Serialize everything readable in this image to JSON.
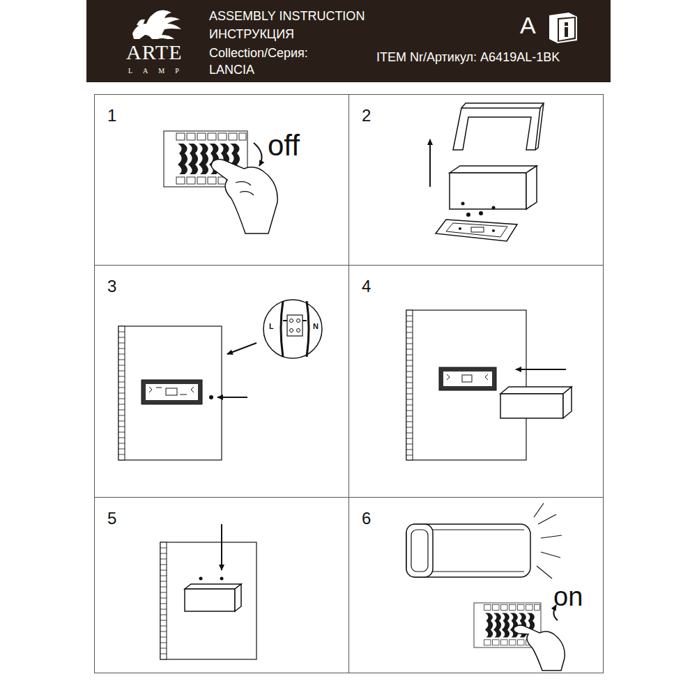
{
  "diagram": {
    "title": "ASSEMBLY INSTRUCTION",
    "nodes": [
      {
        "text": [
          "1"
        ]
      },
      {
        "text": [
          "2"
        ]
      },
      {
        "text": [
          "3"
        ]
      },
      {
        "text": [
          "4"
        ]
      },
      {
        "text": [
          "5"
        ]
      },
      {
        "text": [
          "6"
        ]
      }
    ],
    "labels": [
      "ARTE",
      "LAMP",
      "ИНСТРУКЦИЯ",
      "Collection/Серия:",
      "LANCIA",
      "A",
      "ITEM Nr/Артикул: A6419AL-1BK",
      "off",
      "L",
      "N",
      "on"
    ]
  }
}
